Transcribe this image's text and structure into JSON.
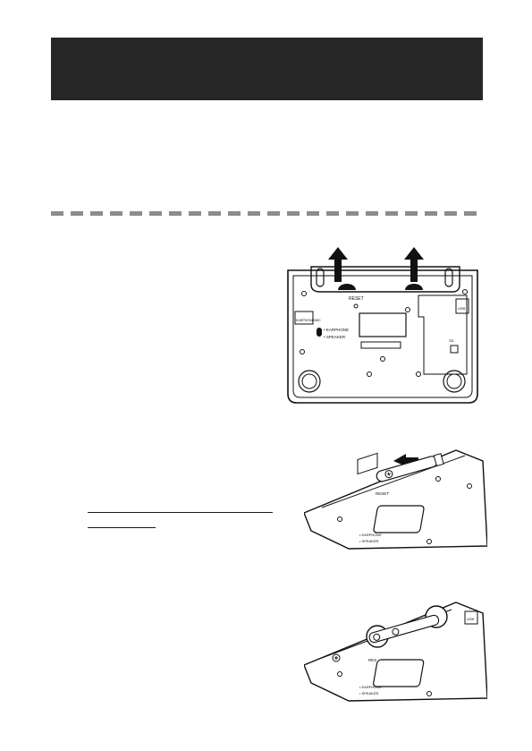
{
  "figure1": {
    "reset_label": "RESET",
    "usb_label": "USB",
    "earphone_mic_label": "EARPHONE/MIC",
    "earphone_label": "• EARPHONE",
    "speaker_label": "• SPEAKER",
    "sd_label": "SD"
  },
  "figure2": {
    "reset_label": "RESET",
    "earphone_label": "• EARPHONE",
    "speaker_label": "• SPEAKER"
  },
  "figure3": {
    "reset_label": "RES",
    "earphone_label": "• EARPHONE",
    "speaker_label": "• SPEAKER",
    "usb_label": "USB"
  }
}
